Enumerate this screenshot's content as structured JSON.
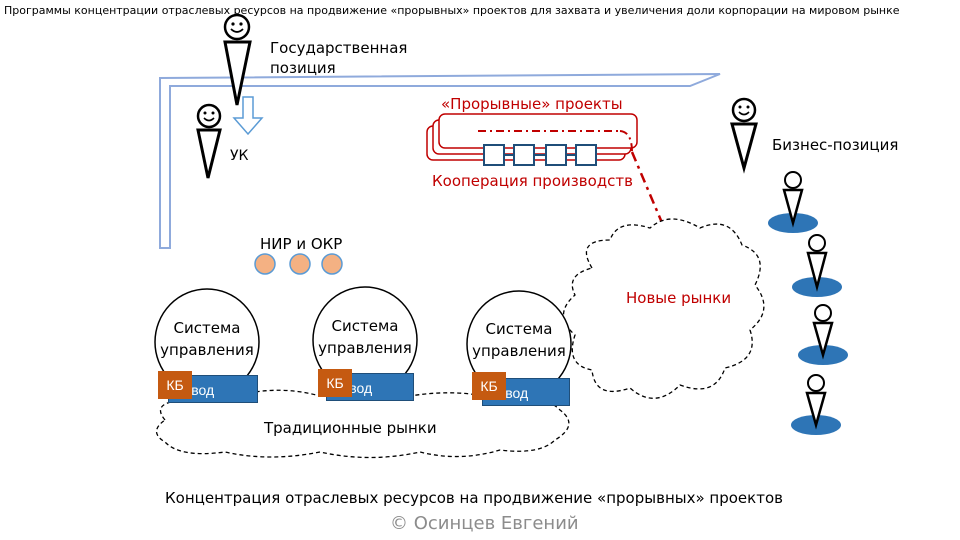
{
  "title": "Программы концентрации отраслевых ресурсов на продвижение «прорывных» проектов для захвата и увеличения доли корпорации на мировом рынке",
  "labels": {
    "state_position": "Государственная\nпозиция",
    "uk": "УК",
    "breakthrough_projects": "«Прорывные» проекты",
    "production_cooperation": "Кооперация производств",
    "business_position": "Бизнес-позиция",
    "nir_okr": "НИР и ОКР",
    "new_markets": "Новые рынки",
    "traditional_markets": "Традиционные рынки",
    "caption": "Концентрация отраслевых ресурсов на продвижение «прорывных» проектов",
    "copyright": "© Осинцев Евгений"
  },
  "systems": [
    {
      "label": "Система\nуправления",
      "kb": "КБ",
      "zavod": "Завод"
    },
    {
      "label": "Система\nуправления",
      "kb": "КБ",
      "zavod": "Завод"
    },
    {
      "label": "Система\nуправления",
      "kb": "КБ",
      "zavod": "Завод"
    }
  ],
  "colors": {
    "accent_red": "#c00000",
    "kb_orange": "#c55a11",
    "zavod_blue": "#2e75b6",
    "frame_blue": "#8faadc",
    "nir_circle": "#f4b183",
    "person_base": "#2e75b6"
  },
  "icons": [
    "smiley-person-icon",
    "down-arrow-icon"
  ]
}
